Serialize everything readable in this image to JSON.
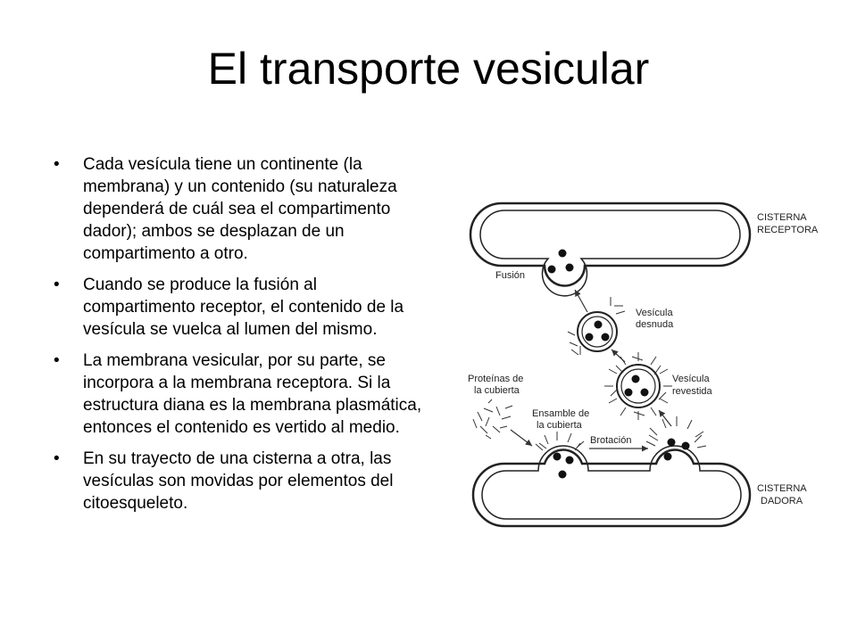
{
  "slide": {
    "title": "El transporte vesicular",
    "bullet_symbol": "•",
    "bullets": [
      "Cada vesícula tiene un continente (la membrana) y un contenido (su naturaleza dependerá de cuál sea el compartimento dador); ambos se desplazan de un compartimento a otro.",
      "Cuando se produce la fusión al compartimento receptor, el contenido de la vesícula se vuelca al lumen del mismo.",
      "La membrana vesicular, por su parte, se incorpora a la membrana receptora. Si la estructura diana es la membrana plasmática, entonces el contenido es vertido al medio.",
      "En su trayecto de una cisterna a otra, las vesículas son movidas por elementos del citoesqueleto."
    ]
  },
  "diagram": {
    "labels": {
      "cisterna_receptora_1": "CISTERNA",
      "cisterna_receptora_2": "RECEPTORA",
      "cisterna_dadora_1": "CISTERNA",
      "cisterna_dadora_2": "DADORA",
      "fusion": "Fusión",
      "vesicula_desnuda_1": "Vesícula",
      "vesicula_desnuda_2": "desnuda",
      "vesicula_revestida_1": "Vesícula",
      "vesicula_revestida_2": "revestida",
      "proteinas_1": "Proteínas de",
      "proteinas_2": "la cubierta",
      "ensamble_1": "Ensamble de",
      "ensamble_2": "la cubierta",
      "brotacion": "Brotación"
    }
  }
}
